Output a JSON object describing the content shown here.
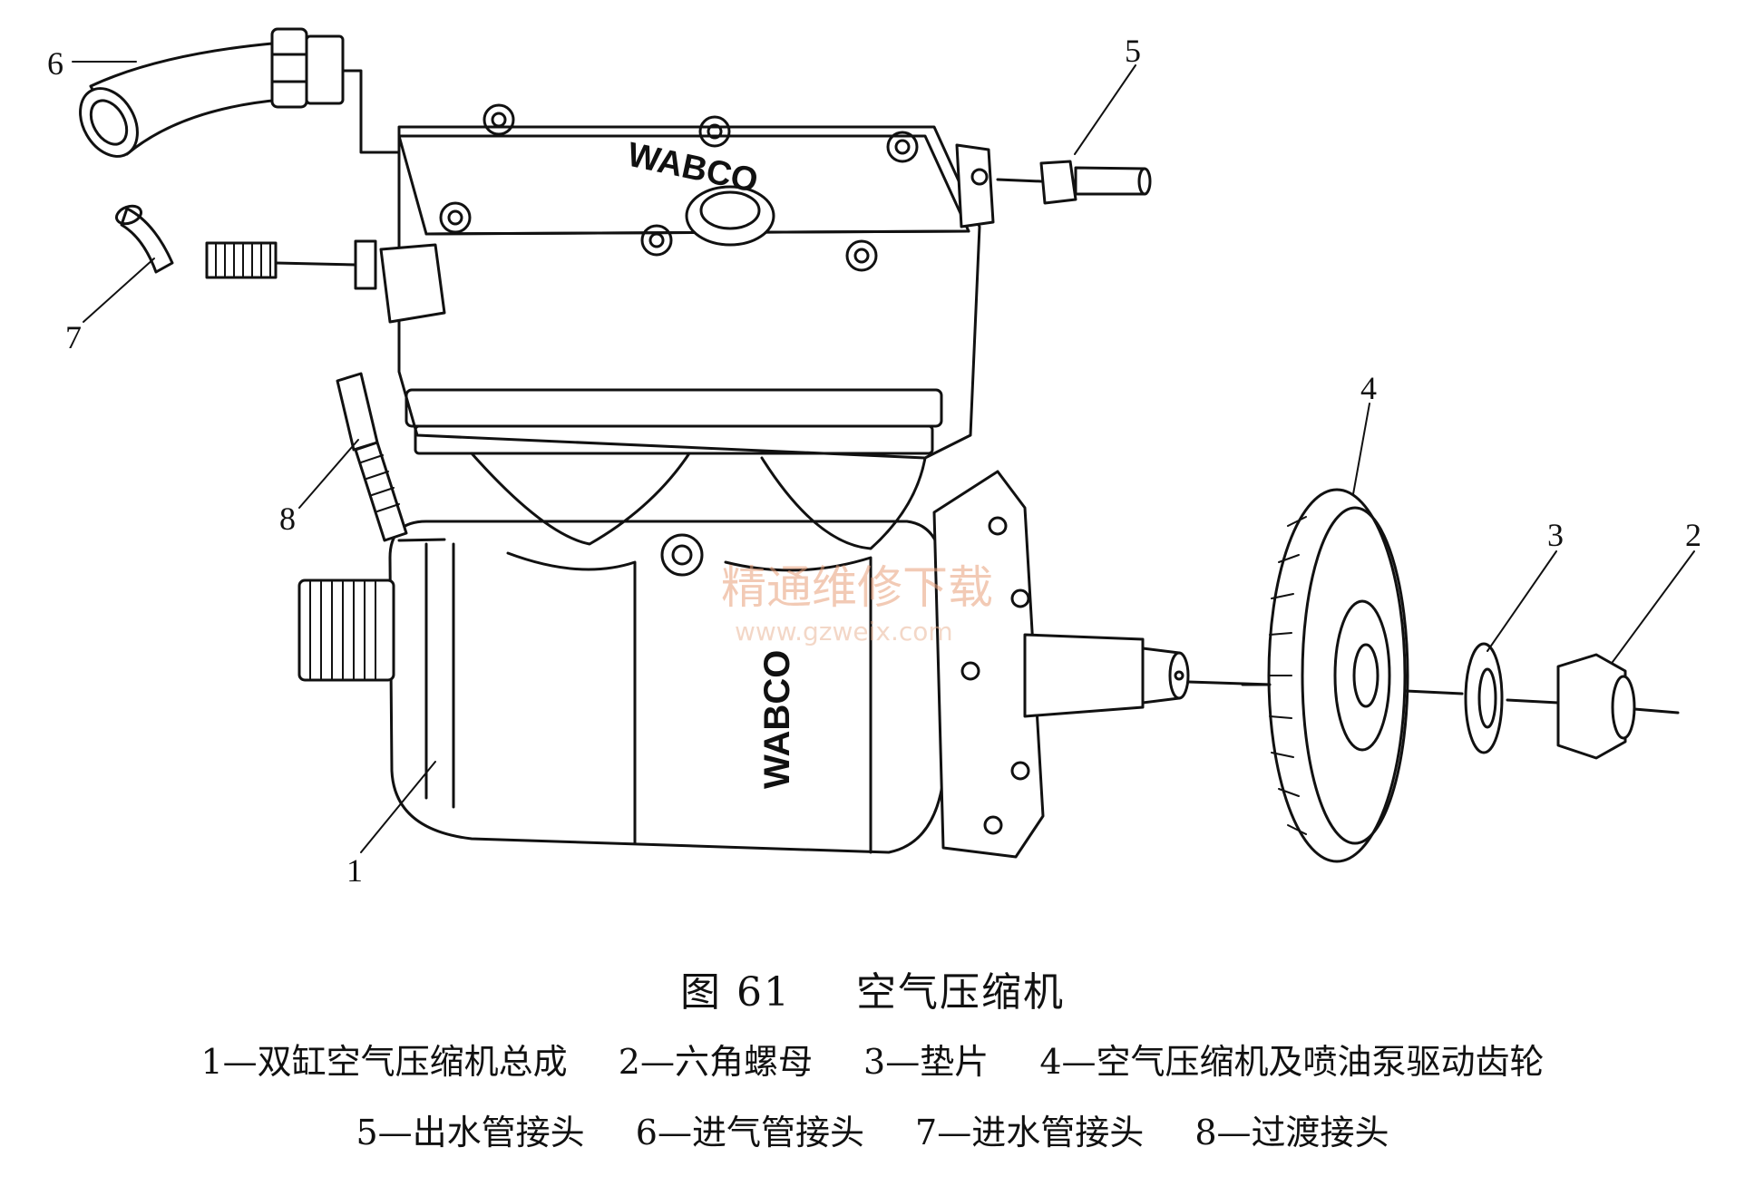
{
  "figure": {
    "number": "图 61",
    "title": "空气压缩机",
    "callouts": [
      "1",
      "2",
      "3",
      "4",
      "5",
      "6",
      "7",
      "8"
    ],
    "brand_text": "WABCO",
    "watermark": "精通维修下载",
    "watermark_url": "www.gzweix.com"
  },
  "legend": {
    "line1": [
      {
        "text": "1—双缸空气压缩机总成"
      },
      {
        "text": "2—六角螺母"
      },
      {
        "text": "3—垫片"
      },
      {
        "text": "4—空气压缩机及喷油泵驱动齿轮"
      }
    ],
    "line2": [
      {
        "text": "5—出水管接头"
      },
      {
        "text": "6—进气管接头"
      },
      {
        "text": "7—进水管接头"
      },
      {
        "text": "8—过渡接头"
      }
    ]
  }
}
